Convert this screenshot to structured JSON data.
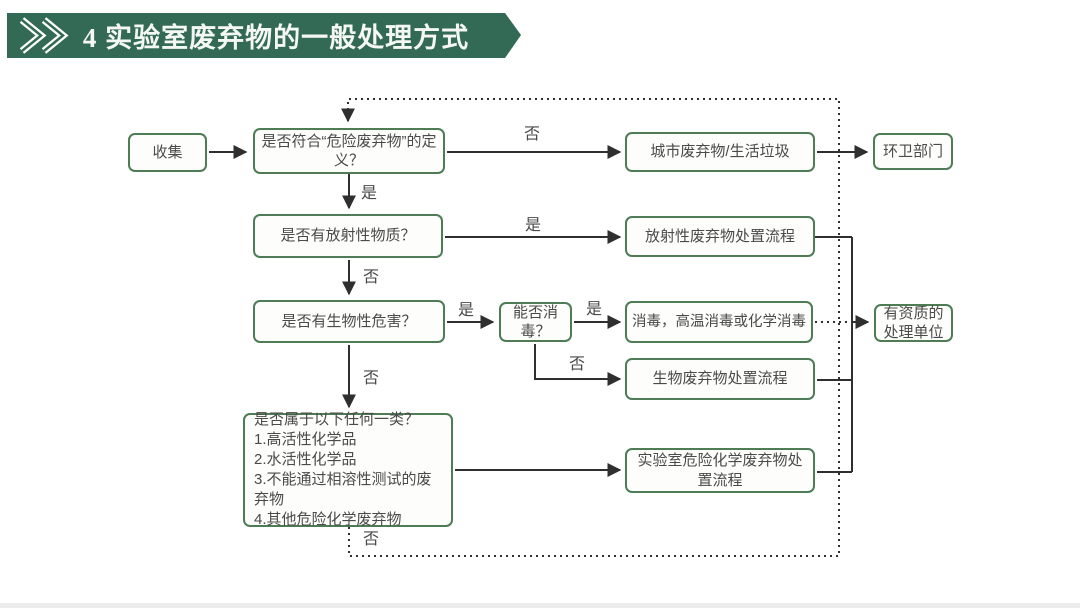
{
  "title": {
    "text": "4 实验室废弃物的一般处理方式"
  },
  "colors": {
    "banner_green": "#336a55",
    "box_border_green": "#4d7c55",
    "line_dark": "#2f2f2f",
    "text_gray": "#4a4a4a",
    "background": "#ffffff"
  },
  "nodes": {
    "collect": {
      "label": "收集"
    },
    "hazard_check": {
      "label": "是否符合“危险废弃物”的定义？"
    },
    "municipal_waste": {
      "label": "城市废弃物/生活垃圾"
    },
    "sanitation_dept": {
      "label": "环卫部门"
    },
    "radioactive_check": {
      "label": "是否有放射性物质？"
    },
    "radioactive_process": {
      "label": "放射性废弃物处置流程"
    },
    "biohazard_check": {
      "label": "是否有生物性危害？"
    },
    "disinfect_check": {
      "label": "能否消毒？"
    },
    "disinfect_methods": {
      "label": "消毒，高温消毒或化学消毒"
    },
    "bio_process": {
      "label": "生物废弃物处置流程"
    },
    "category_check": {
      "lines": [
        "是否属于以下任何一类？",
        "1.高活性化学品",
        "2.水活性化学品",
        "3.不能通过相溶性测试的废弃物",
        "4.其他危险化学废弃物"
      ]
    },
    "lab_chem_process": {
      "label": "实验室危险化学废弃物处置流程"
    },
    "qualified_unit": {
      "label": "有资质的处理单位"
    }
  },
  "edge_labels": {
    "hazard_no": "否",
    "hazard_yes": "是",
    "radio_yes": "是",
    "radio_no": "否",
    "bio_yes": "是",
    "disinfect_yes": "是",
    "disinfect_no": "否",
    "bio_no": "否",
    "category_no": "否"
  }
}
